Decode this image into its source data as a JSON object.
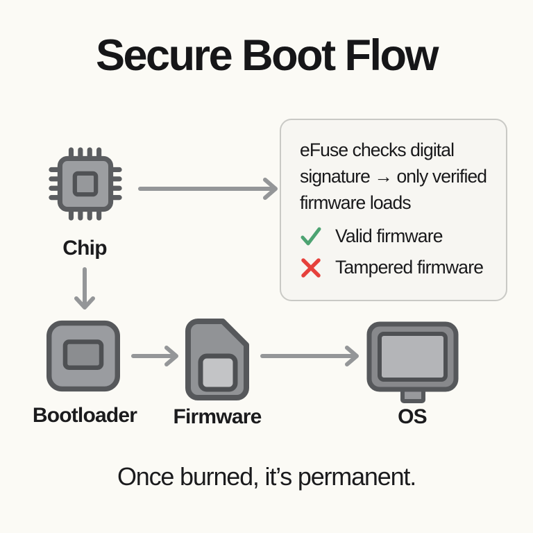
{
  "title": "Secure Boot Flow",
  "info_box": {
    "description": "eFuse checks digital signature → only verified firmware loads",
    "items": [
      {
        "icon": "check-icon",
        "label": "Valid firmware",
        "color": "#4DA372"
      },
      {
        "icon": "cross-icon",
        "label": "Tampered firmware",
        "color": "#E6413C"
      }
    ]
  },
  "nodes": [
    {
      "id": "chip",
      "label": "Chip"
    },
    {
      "id": "bootloader",
      "label": "Bootloader"
    },
    {
      "id": "firmware",
      "label": "Firmware"
    },
    {
      "id": "os",
      "label": "OS"
    }
  ],
  "footer": "Once burned, it’s permanent.",
  "colors": {
    "background": "#FBFAF5",
    "icon_body": "#9C9EA1",
    "icon_outline": "#5B5D60",
    "arrow": "#949698",
    "box_border": "#C9C9C5",
    "box_background": "#F7F6F2",
    "check_green": "#4DA372",
    "cross_red": "#E6413C",
    "text": "#1B1B1D"
  }
}
